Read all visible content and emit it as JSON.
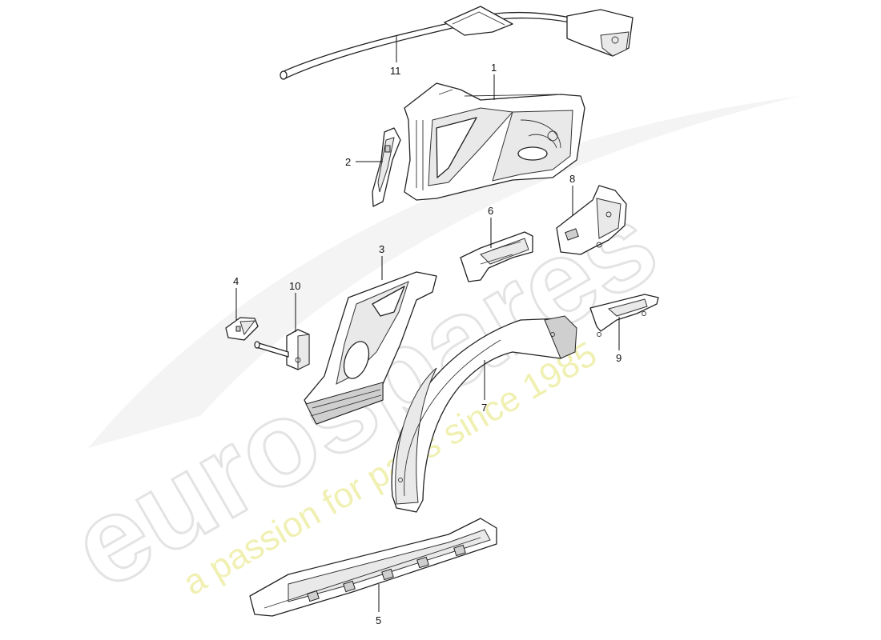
{
  "watermark": {
    "logo": "eurospares",
    "tagline": "a passion for parts since 1985",
    "tagline_color": "#e6e67a",
    "logo_color": "#d0d0d0"
  },
  "callouts": [
    {
      "id": "1",
      "label": "1"
    },
    {
      "id": "2",
      "label": "2"
    },
    {
      "id": "3",
      "label": "3"
    },
    {
      "id": "4",
      "label": "4"
    },
    {
      "id": "5",
      "label": "5"
    },
    {
      "id": "6",
      "label": "6"
    },
    {
      "id": "7",
      "label": "7"
    },
    {
      "id": "8",
      "label": "8"
    },
    {
      "id": "9",
      "label": "9"
    },
    {
      "id": "10",
      "label": "10"
    },
    {
      "id": "11",
      "label": "11"
    }
  ]
}
